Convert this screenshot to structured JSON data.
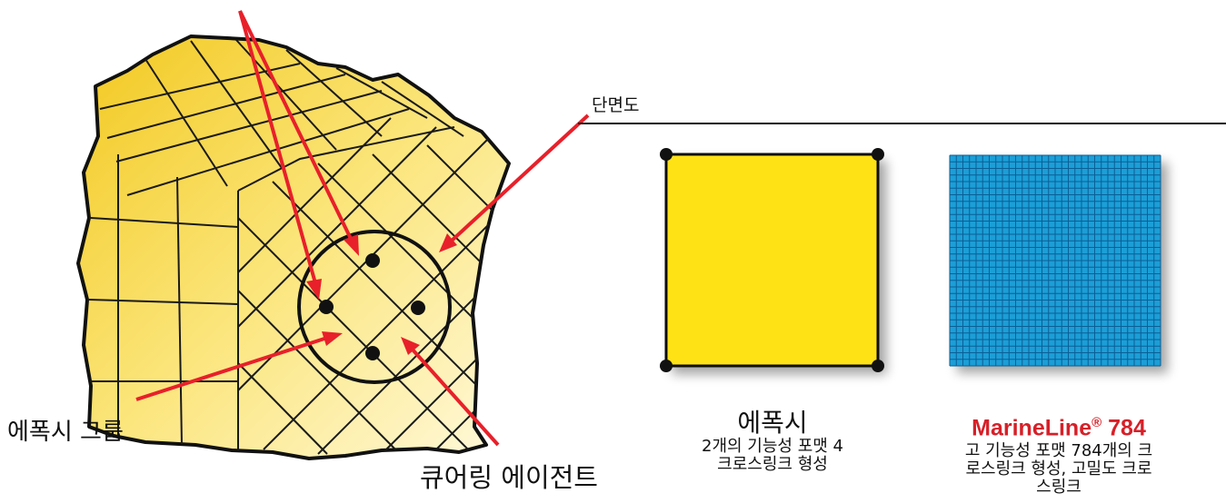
{
  "labels": {
    "cross_section": "단면도",
    "epoxy_group": "에폭시 그룹",
    "curing_agent": "큐어링 에이전트"
  },
  "left_caption": {
    "title": "에폭시",
    "line1": "2개의 기능성 포맷 4",
    "line2": "크로스링크 형성"
  },
  "right_caption": {
    "title_brand": "MarineLine",
    "title_reg": "®",
    "title_number": " 784",
    "line1": "고 기능성 포맷 784개의 크",
    "line2": "로스링크 형성, 고밀도 크로",
    "line3": "스링크"
  },
  "colors": {
    "arrow_red": "#e8202a",
    "cube_yellow": "#f5cf2e",
    "cube_light": "#fff8d0",
    "square_yellow": "#ffe219",
    "mesh_blue": "#1e9ed6",
    "mesh_line": "#0b5f96"
  }
}
